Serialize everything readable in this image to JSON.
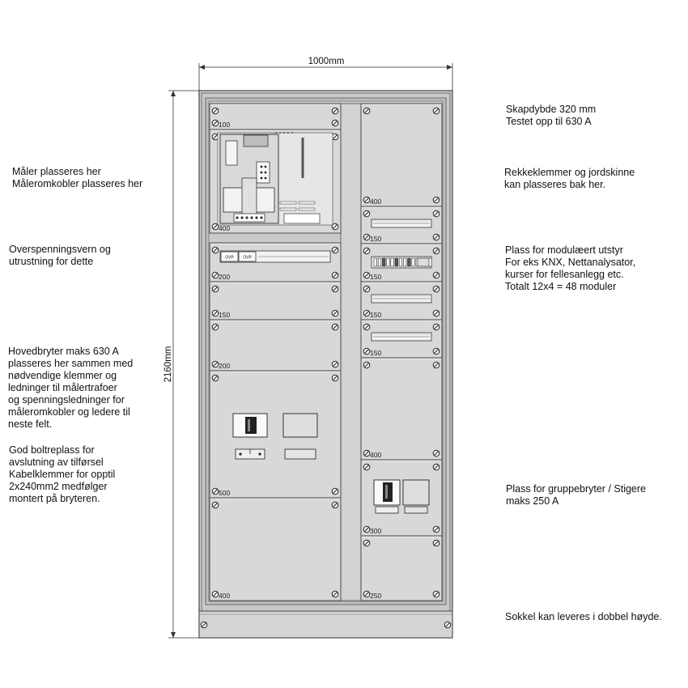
{
  "dimensions": {
    "width": "1000mm",
    "height": "2160mm"
  },
  "left_notes": [
    {
      "id": "meter",
      "lines": [
        "Måler plasseres her",
        "Måleromkobler plasseres her"
      ]
    },
    {
      "id": "surge",
      "lines": [
        "Overspenningsvern og",
        "utrustning for dette"
      ]
    },
    {
      "id": "main-switch",
      "lines": [
        "Hovedbryter maks 630 A",
        "plasseres her sammen med",
        "nødvendige klemmer og",
        "ledninger til målertrafoer",
        "og spenningsledninger for",
        "måleromkobler og ledere til",
        "neste felt."
      ]
    },
    {
      "id": "bolt",
      "lines": [
        "God boltreplass for",
        "avslutning av tilførsel",
        "Kabelklemmer for opptil",
        "2x240mm2 medfølger",
        "montert på bryteren."
      ]
    }
  ],
  "right_notes": [
    {
      "id": "depth",
      "lines": [
        "Skapdybde 320 mm",
        "Testet opp til 630 A"
      ]
    },
    {
      "id": "terminals",
      "lines": [
        "Rekkeklemmer og jordskinne",
        "kan plasseres bak her."
      ]
    },
    {
      "id": "modular",
      "lines": [
        "Plass for modulæert utstyr",
        "For eks KNX, Nettanalysator,",
        "kurser for fellesanlegg etc.",
        "Totalt 12x4 = 48 moduler"
      ]
    },
    {
      "id": "group-switch",
      "lines": [
        "Plass for gruppebryter / Stigere",
        "maks 250 A"
      ]
    },
    {
      "id": "plinth",
      "lines": [
        "Sokkel kan leveres i dobbel høyde."
      ]
    }
  ],
  "left_panels": [
    {
      "label": "100",
      "kind": "blank"
    },
    {
      "label": "400",
      "kind": "meter"
    },
    {
      "label": "200",
      "kind": "surge"
    },
    {
      "label": "150",
      "kind": "blank"
    },
    {
      "label": "200",
      "kind": "blank"
    },
    {
      "label": "500",
      "kind": "main-switch"
    },
    {
      "label": "400",
      "kind": "blank"
    }
  ],
  "right_panels": [
    {
      "label": "400",
      "kind": "blank"
    },
    {
      "label": "150",
      "kind": "din-rail"
    },
    {
      "label": "150",
      "kind": "terminal-rail"
    },
    {
      "label": "150",
      "kind": "din-rail"
    },
    {
      "label": "150",
      "kind": "din-rail"
    },
    {
      "label": "400",
      "kind": "blank"
    },
    {
      "label": "300",
      "kind": "group-switch"
    },
    {
      "label": "250",
      "kind": "blank"
    }
  ],
  "surge_device_labels": [
    "OVP",
    "OVP"
  ],
  "colors": {
    "cabinet": "#d0d0d0",
    "panel": "#d8d8d8",
    "frame": "#c8c8c8",
    "outline": "#444444"
  }
}
